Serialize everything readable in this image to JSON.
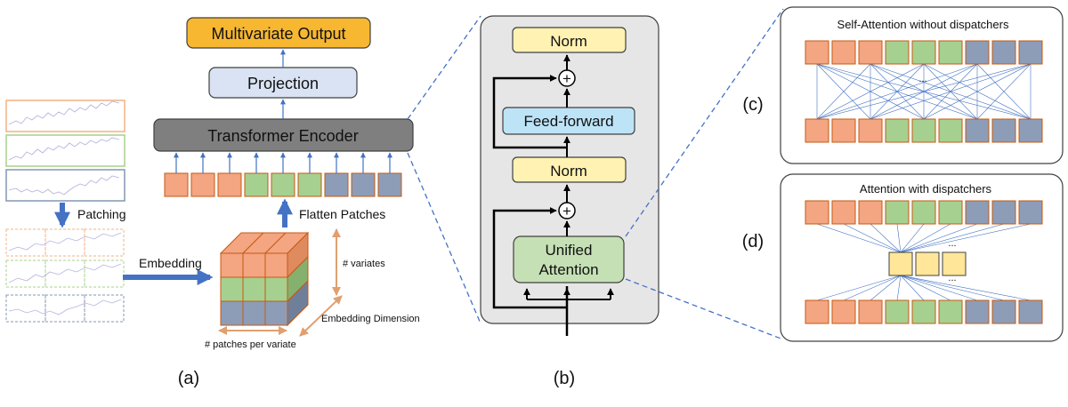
{
  "panel_a": {
    "output_label": "Multivariate Output",
    "projection_label": "Projection",
    "encoder_label": "Transformer Encoder",
    "patching_label": "Patching",
    "embedding_label": "Embedding",
    "flatten_label": "Flatten Patches",
    "variates_label": "# variates",
    "embedding_dim_label": "Embedding Dimension",
    "patches_per_variate_label": "# patches per variate",
    "caption": "(a)"
  },
  "panel_b": {
    "norm_top_label": "Norm",
    "feedforward_label": "Feed-forward",
    "norm_mid_label": "Norm",
    "plus_symbol": "+",
    "attention_line1": "Unified",
    "attention_line2": "Attention",
    "caption": "(b)"
  },
  "panel_c": {
    "title": "Self-Attention without dispatchers",
    "ellipsis": "...",
    "caption": "(c)"
  },
  "panel_d": {
    "title": "Attention with dispatchers",
    "ellipsis_top": "...",
    "ellipsis_bottom": "...",
    "caption": "(d)"
  },
  "colors": {
    "orange_token": "#f4a582",
    "green_token": "#a6d08f",
    "blue_token": "#8d9db8",
    "token_border": "#c55a11",
    "dispatcher": "#ffe699",
    "output_box": "#f7b731",
    "projection_box": "#dae3f3",
    "encoder_box": "#7f7f7f",
    "norm_box": "#fff2b3",
    "feedforward_box": "#bde3f7",
    "attention_box": "#c5e0b4",
    "arrow_blue": "#4472c4",
    "dashed_line": "#4472c4"
  }
}
